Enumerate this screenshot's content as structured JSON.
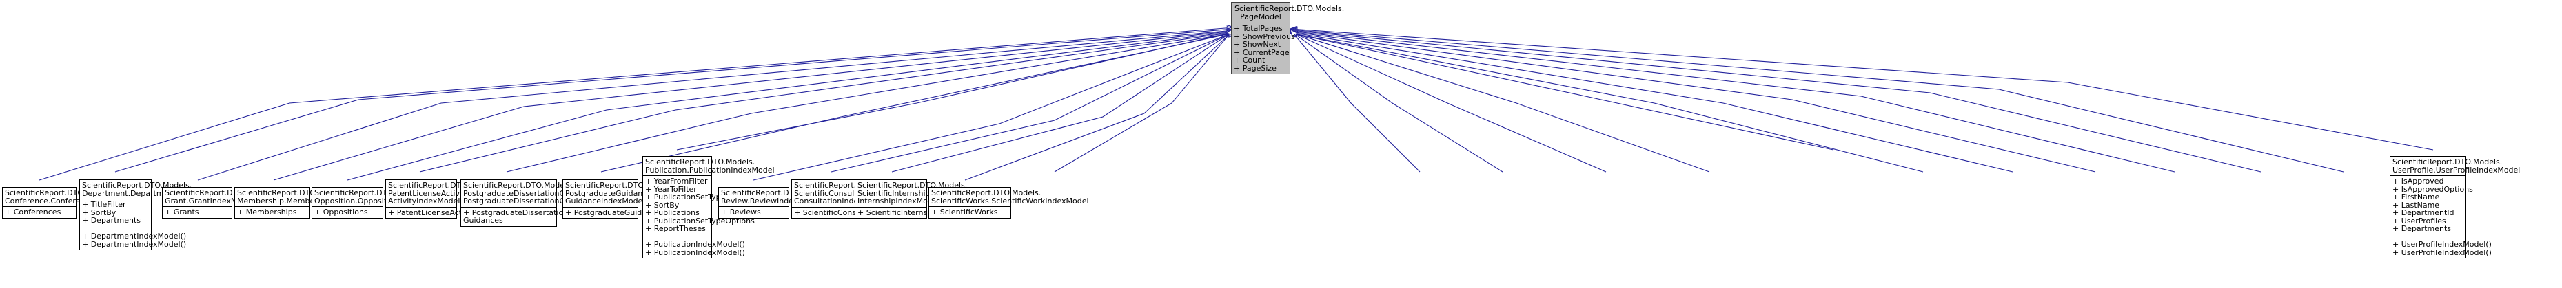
{
  "diagram": {
    "type": "uml-inheritance-graph",
    "style": "doxygen-class-hierarchy",
    "edge_color": "#21219b",
    "root_fill": "#bfbfbf",
    "node_fill": "#ffffff",
    "border_color": "#000000"
  },
  "root": {
    "title": "ScientificReport.DTO.Models.\nPageModel",
    "members": [
      "+ TotalPages",
      "+ ShowPrevious",
      "+ ShowNext",
      "+ CurrentPage",
      "+ Count",
      "+ PageSize"
    ]
  },
  "nodes": [
    {
      "id": "conference-index-model",
      "title": "ScientificReport.DTO.Models.\nConference.ConferenceIndexModel",
      "members": [
        "+ Conferences"
      ]
    },
    {
      "id": "department-index-model",
      "title": "ScientificReport.DTO.Models.\nDepartment.DepartmentIndexModel",
      "members": [
        "+ TitleFilter",
        "+ SortBy",
        "+ Departments",
        "",
        "+ DepartmentIndexModel()",
        "+ DepartmentIndexModel()"
      ]
    },
    {
      "id": "grant-index-model",
      "title": "ScientificReport.DTO.Models.\nGrant.GrantIndexModel",
      "members": [
        "+ Grants"
      ]
    },
    {
      "id": "membership-index-model",
      "title": "ScientificReport.DTO.Models.\nMembership.MembershipIndexModel",
      "members": [
        "+ Memberships"
      ]
    },
    {
      "id": "opposition-index-model",
      "title": "ScientificReport.DTO.Models.\nOpposition.OppositionIndexModel",
      "members": [
        "+ Oppositions"
      ]
    },
    {
      "id": "patent-license-activity-index-model",
      "title": "ScientificReport.DTO.Models.\nPatentLicenseActivity.PatentLicense\nActivityIndexModel",
      "members": [
        "+ PatentLicenseActivities"
      ]
    },
    {
      "id": "postgraduate-dissertation-guidance-index-model",
      "title": "ScientificReport.DTO.Models.\nPostgraduateDissertationGuidance.\nPostgraduateDissertationGuidanceIndexModel",
      "members": [
        "+ PostgraduateDissertation",
        "Guidances"
      ]
    },
    {
      "id": "postgraduate-guidance-index-model",
      "title": "ScientificReport.DTO.Models.\nPostgraduateGuidance.Postgraduate\nGuidanceIndexModel",
      "members": [
        "+ PostgraduateGuidances"
      ]
    },
    {
      "id": "publication-index-model",
      "title": "ScientificReport.DTO.Models.\nPublication.PublicationIndexModel",
      "members": [
        "+ YearFromFilter",
        "+ YearToFilter",
        "+ PublicationSetType",
        "+ SortBy",
        "+ Publications",
        "+ PublicationSetTypeOptions",
        "+ ReportTheses",
        "",
        "+ PublicationIndexModel()",
        "+ PublicationIndexModel()"
      ]
    },
    {
      "id": "review-index-model",
      "title": "ScientificReport.DTO.Models.\nReview.ReviewIndexModel",
      "members": [
        "+ Reviews"
      ]
    },
    {
      "id": "scientific-consultation-index-model",
      "title": "ScientificReport.DTO.Models.\nScientificConsultation.Scientific\nConsultationIndexModel",
      "members": [
        "+ ScientificConsultations"
      ]
    },
    {
      "id": "scientific-internship-index-model",
      "title": "ScientificReport.DTO.Models.\nScientificInternship.Scientific\nInternshipIndexModel",
      "members": [
        "+ ScientificInternships"
      ]
    },
    {
      "id": "scientific-work-index-model",
      "title": "ScientificReport.DTO.Models.\nScientificWorks.ScientificWorkIndexModel",
      "members": [
        "+ ScientificWorks"
      ]
    },
    {
      "id": "user-profile-index-model",
      "title": "ScientificReport.DTO.Models.\nUserProfile.UserProfileIndexModel",
      "members": [
        "+ IsApproved",
        "+ IsApprovedOptions",
        "+ FirstName",
        "+ LastName",
        "+ DepartmentId",
        "+ UserProfiles",
        "+ Departments",
        "",
        "+ UserProfileIndexModel()",
        "+ UserProfileIndexModel()"
      ]
    }
  ]
}
